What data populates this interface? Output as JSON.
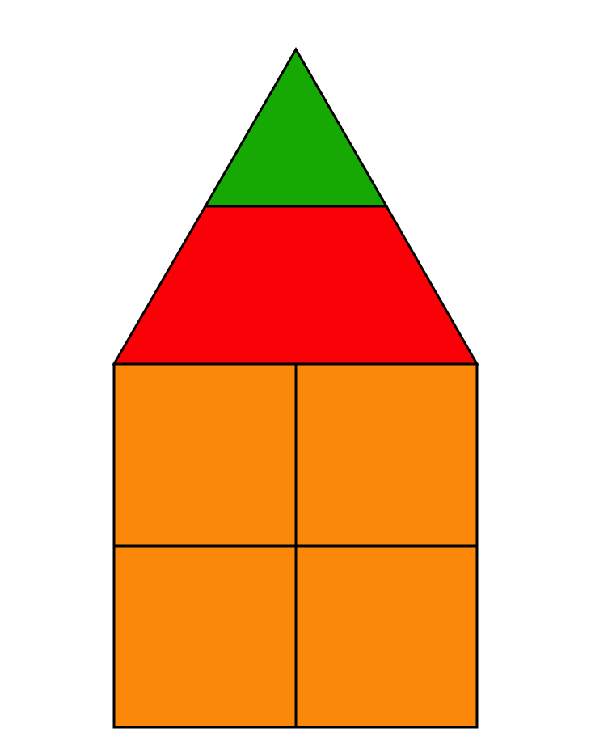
{
  "figure": {
    "shapes": [
      {
        "id": "roof-top-triangle",
        "kind": "triangle",
        "color": "#16a904"
      },
      {
        "id": "roof-middle-trapezoid",
        "kind": "trapezoid",
        "color": "#fa0007"
      },
      {
        "id": "wall-square-top-left",
        "kind": "square",
        "color": "#fc880a"
      },
      {
        "id": "wall-square-top-right",
        "kind": "square",
        "color": "#fc880a"
      },
      {
        "id": "wall-square-bottom-left",
        "kind": "square",
        "color": "#fc880a"
      },
      {
        "id": "wall-square-bottom-right",
        "kind": "square",
        "color": "#fc880a"
      }
    ],
    "stroke_color": "#000000"
  }
}
